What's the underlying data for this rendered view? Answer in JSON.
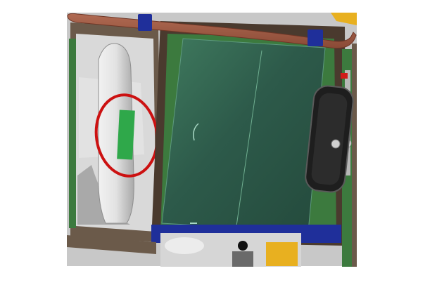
{
  "scene": {
    "subject": "cab-render",
    "colors": {
      "background": "#ffffff",
      "frame": "#6b5a4a",
      "frame_dark": "#4a3a2e",
      "rail": "#8a4a36",
      "glass": "#2d5a4a",
      "glass_dark": "#244a3c",
      "glass_edge": "#3f7a5e",
      "pillar_green": "#3c7a3e",
      "interior_grey": "#c8c8c8",
      "interior_light": "#e2e2e2",
      "seat_grey": "#a9a9a9",
      "highlight_label": "#2fa84a",
      "highlight_circle": "#cc1111",
      "mirror": "#1e1e1e",
      "mirror_bracket": "#b8b8b8",
      "accent_blue": "#1f2f9a",
      "accent_yellow": "#e8b020",
      "accent_red": "#d01a1a"
    },
    "icons": {
      "annotation": "circle-highlight",
      "mirror": "side-mirror",
      "door_handle": "door-handle"
    }
  }
}
